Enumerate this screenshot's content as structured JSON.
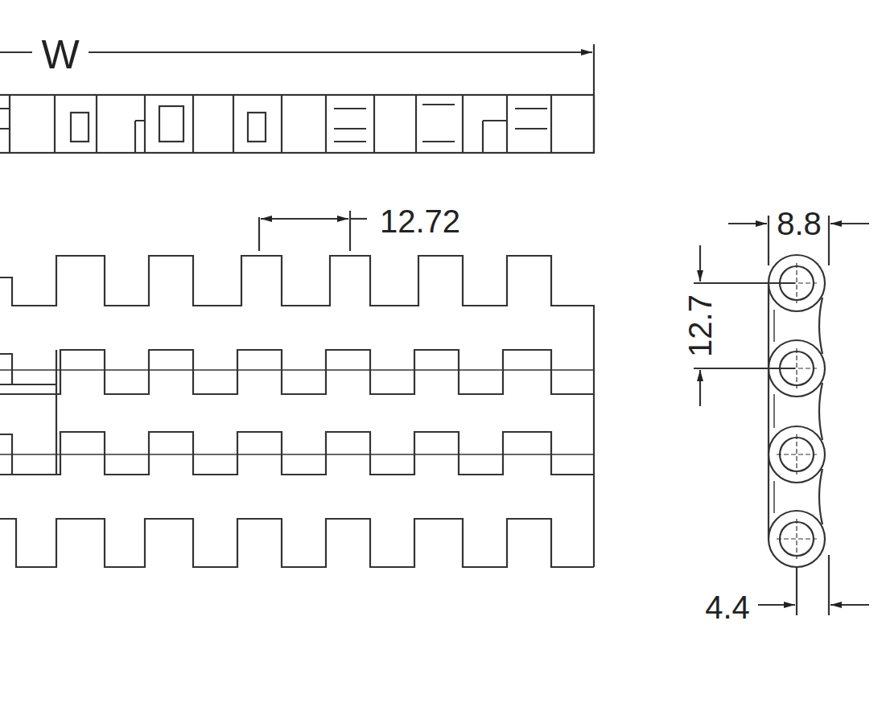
{
  "diagram": {
    "labels": [
      "W",
      "12.72",
      "8.8",
      "12.7",
      "4.4"
    ]
  }
}
